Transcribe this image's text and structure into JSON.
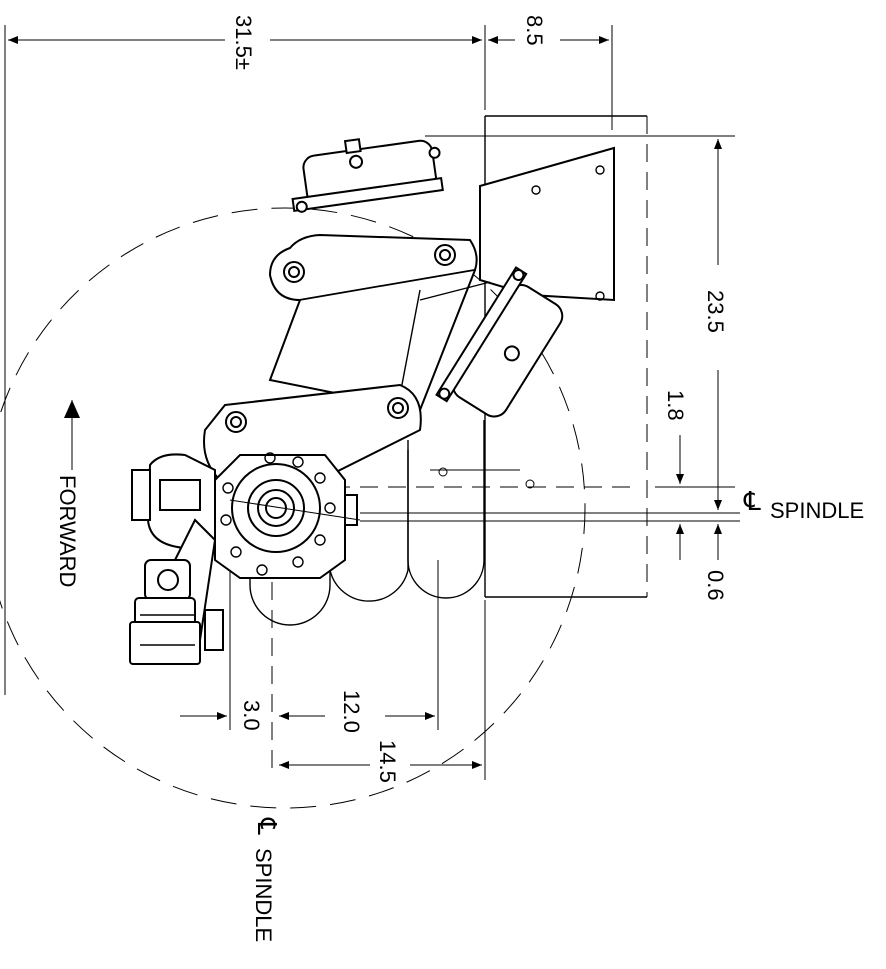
{
  "dimensions": {
    "overall_width": "31.5±",
    "offset_top": "8.5",
    "height": "23.5",
    "offset_small": "1.8",
    "offset_spindle_bottom": "0.6",
    "dim_3": "3.0",
    "dim_12": "12.0",
    "dim_14": "14.5"
  },
  "labels": {
    "forward": "FORWARD",
    "spindle_right": "SPINDLE",
    "spindle_bottom": "SPINDLE",
    "centerline_symbol": "℄"
  }
}
